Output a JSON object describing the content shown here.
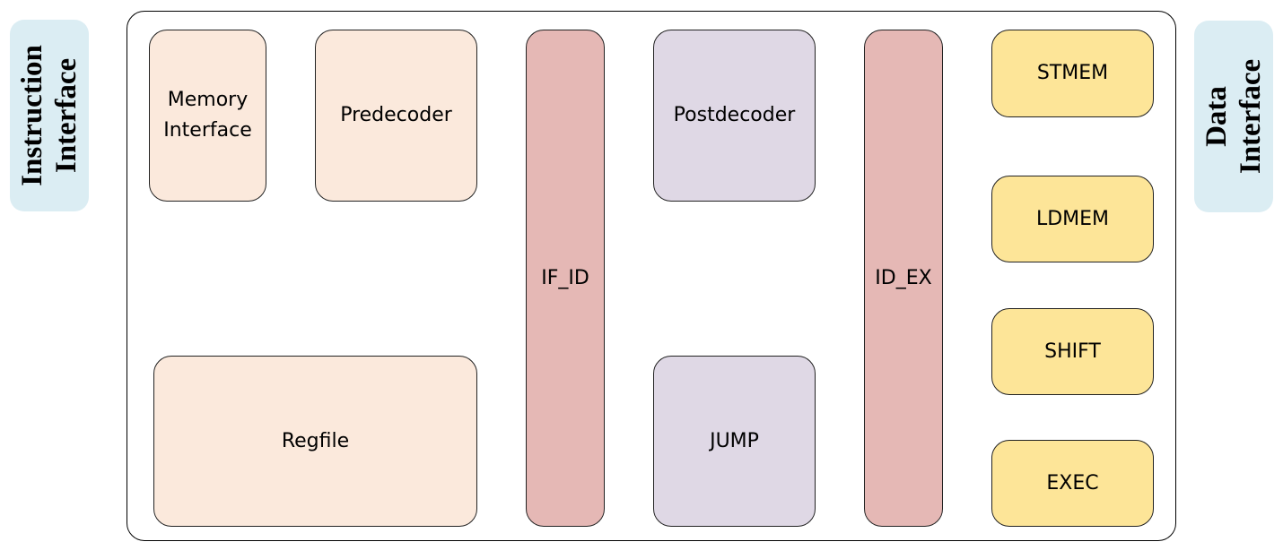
{
  "diagram": {
    "left_interface": {
      "line1": "Instruction",
      "line2": "Interface"
    },
    "right_interface": {
      "line1": "Data",
      "line2": "Interface"
    },
    "blocks": {
      "memory_interface": {
        "line1": "Memory",
        "line2": "Interface"
      },
      "predecoder": "Predecoder",
      "regfile": "Regfile",
      "if_id": "IF_ID",
      "postdecoder": "Postdecoder",
      "jump": "JUMP",
      "id_ex": "ID_EX",
      "stmem": "STMEM",
      "ldmem": "LDMEM",
      "shift": "SHIFT",
      "exec": "EXEC"
    },
    "colors": {
      "interface_fill": "#dbedf3",
      "fetch_stage_fill": "#fbe9dc",
      "pipeline_register_fill": "#e5b8b5",
      "decode_stage_fill": "#dfd8e5",
      "execute_stage_fill": "#fde598"
    }
  }
}
